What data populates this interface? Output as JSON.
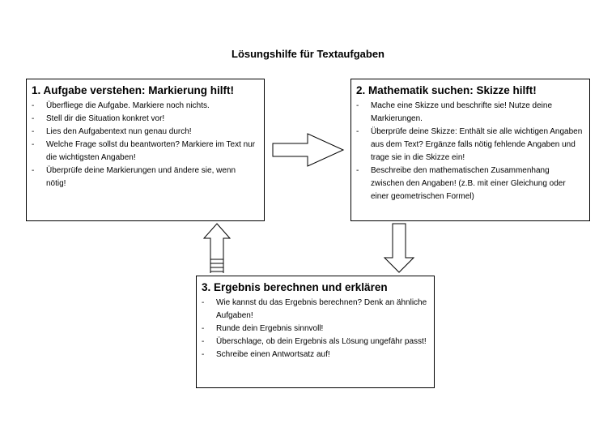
{
  "title": "Lösungshilfe für Textaufgaben",
  "boxes": [
    {
      "heading": "1. Aufgabe verstehen: Markierung hilft!",
      "items": [
        "Überfliege die Aufgabe. Markiere noch nichts.",
        "Stell dir die Situation konkret vor!",
        "Lies den Aufgabentext nun genau durch!",
        "Welche Frage sollst du beantworten? Markiere im Text nur die wichtigsten Angaben!",
        "Überprüfe deine Markierungen und ändere sie, wenn nötig!"
      ]
    },
    {
      "heading": "2. Mathematik suchen: Skizze hilft!",
      "items": [
        "Mache eine Skizze und beschrifte sie! Nutze deine Markierungen.",
        "Überprüfe deine Skizze: Enthält sie alle wichtigen Angaben aus dem Text? Ergänze falls nötig fehlende Angaben und trage sie in die Skizze ein!",
        "Beschreibe den mathematischen Zusammenhang zwischen den Angaben! (z.B. mit einer Gleichung oder einer geometrischen Formel)"
      ]
    },
    {
      "heading": "3. Ergebnis berechnen und erklären",
      "items": [
        "Wie kannst du das Ergebnis berechnen? Denk an ähnliche Aufgaben!",
        "Runde dein Ergebnis sinnvoll!",
        "Überschlage, ob dein Ergebnis als Lösung ungefähr passt!",
        "Schreibe einen Antwortsatz auf!"
      ]
    }
  ]
}
